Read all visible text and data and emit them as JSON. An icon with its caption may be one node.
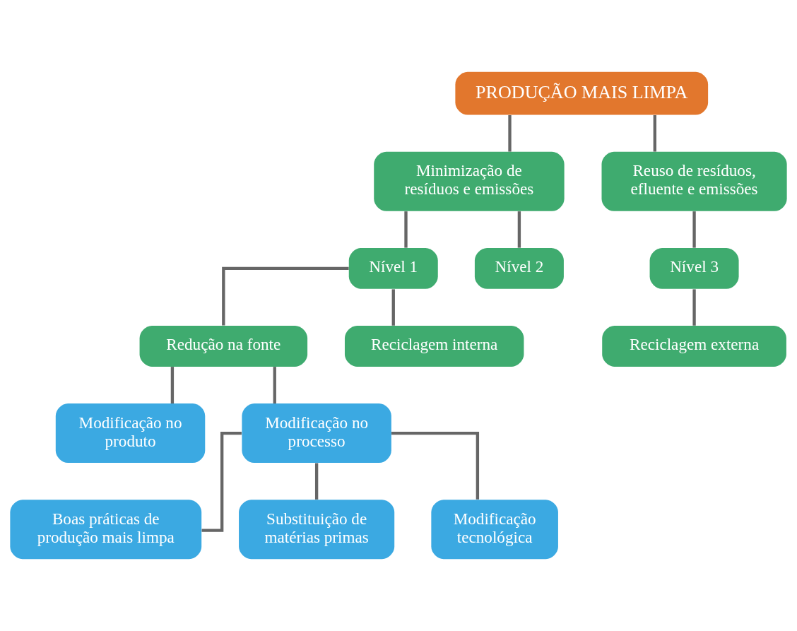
{
  "diagram": {
    "nodes": [
      {
        "text": [
          "PRODUÇÃO MAIS LIMPA"
        ]
      },
      {
        "text": [
          "Minimização de resíduos e emissões"
        ]
      },
      {
        "text": [
          "Reuso de resíduos, efluente e emissões"
        ]
      },
      {
        "text": [
          "Nível 1"
        ]
      },
      {
        "text": [
          "Nível 2"
        ]
      },
      {
        "text": [
          "Nível 3"
        ]
      },
      {
        "text": [
          "Redução na fonte"
        ]
      },
      {
        "text": [
          "Reciclagem interna"
        ]
      },
      {
        "text": [
          "Reciclagem externa"
        ]
      },
      {
        "text": [
          "Modificação no produto"
        ]
      },
      {
        "text": [
          "Modificação no processo"
        ]
      },
      {
        "text": [
          "Boas práticas de produção mais limpa"
        ]
      },
      {
        "text": [
          "Substituição de matérias primas"
        ]
      },
      {
        "text": [
          "Modificação tecnológica"
        ]
      }
    ],
    "edges": [
      {
        "from": 0,
        "to": 1,
        "arrow": "none"
      },
      {
        "from": 0,
        "to": 2,
        "arrow": "none"
      },
      {
        "from": 1,
        "to": 3,
        "arrow": "none"
      },
      {
        "from": 1,
        "to": 4,
        "arrow": "none"
      },
      {
        "from": 2,
        "to": 5,
        "arrow": "none"
      },
      {
        "from": 3,
        "to": 6,
        "arrow": "none"
      },
      {
        "from": 3,
        "to": 7,
        "arrow": "none"
      },
      {
        "from": 5,
        "to": 8,
        "arrow": "none"
      },
      {
        "from": 6,
        "to": 9,
        "arrow": "none"
      },
      {
        "from": 6,
        "to": 10,
        "arrow": "none"
      },
      {
        "from": 10,
        "to": 11,
        "arrow": "none"
      },
      {
        "from": 10,
        "to": 12,
        "arrow": "none"
      },
      {
        "from": 10,
        "to": 13,
        "arrow": "none"
      }
    ]
  }
}
